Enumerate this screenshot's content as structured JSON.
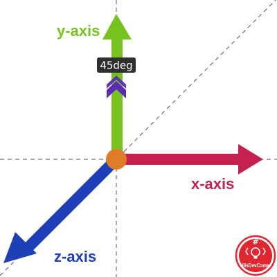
{
  "axes": {
    "x": {
      "label": "x-axis",
      "color": "#c5214f"
    },
    "y": {
      "label": "y-axis",
      "color": "#76c21e"
    },
    "z": {
      "label": "z-axis",
      "color": "#1f3fb8"
    }
  },
  "rotation": {
    "label": "45deg",
    "badge_color": "#2f2f2f",
    "indicator_color": "#5b2bb5",
    "indicator_icon": "double-chevron-up-icon"
  },
  "origin": {
    "color": "#e07b28"
  },
  "guides": {
    "color": "#555555",
    "style": "dashed"
  },
  "logo": {
    "text": "UlisDevComer",
    "color": "#e0262f"
  }
}
